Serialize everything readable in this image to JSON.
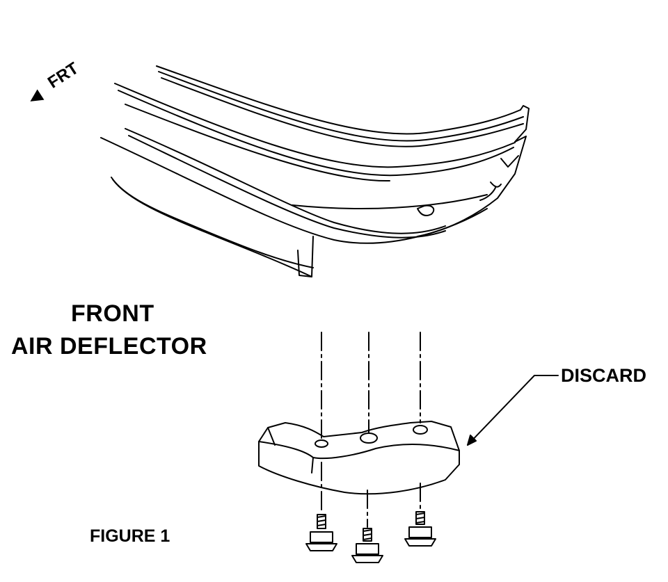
{
  "diagram": {
    "direction_label": "FRT",
    "title_line1": "FRONT",
    "title_line2": "AIR DEFLECTOR",
    "callout_label": "DISCARD",
    "figure_label": "FIGURE 1",
    "stroke_color": "#000000",
    "background_color": "#ffffff"
  }
}
